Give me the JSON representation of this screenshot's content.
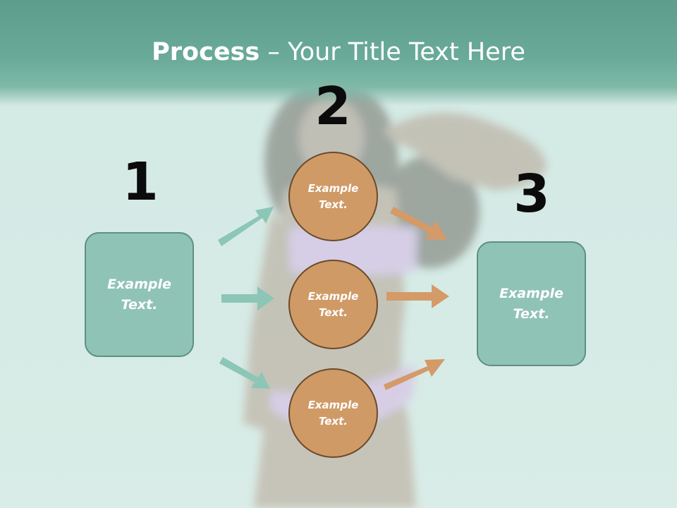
{
  "slide": {
    "title_bold": "Process",
    "title_rest": " – Your Title Text Here"
  },
  "steps": [
    {
      "number": "1",
      "text": "Example Text."
    },
    {
      "number": "2",
      "circles": [
        "Example Text.",
        "Example Text.",
        "Example Text."
      ]
    },
    {
      "number": "3",
      "text": "Example Text."
    }
  ],
  "colors": {
    "header": "#6aaa98",
    "box_fill": "#8fc3b6",
    "circle_fill": "#d09a66",
    "arrow_teal": "#8cc6b6",
    "arrow_orange": "#d49a68"
  }
}
